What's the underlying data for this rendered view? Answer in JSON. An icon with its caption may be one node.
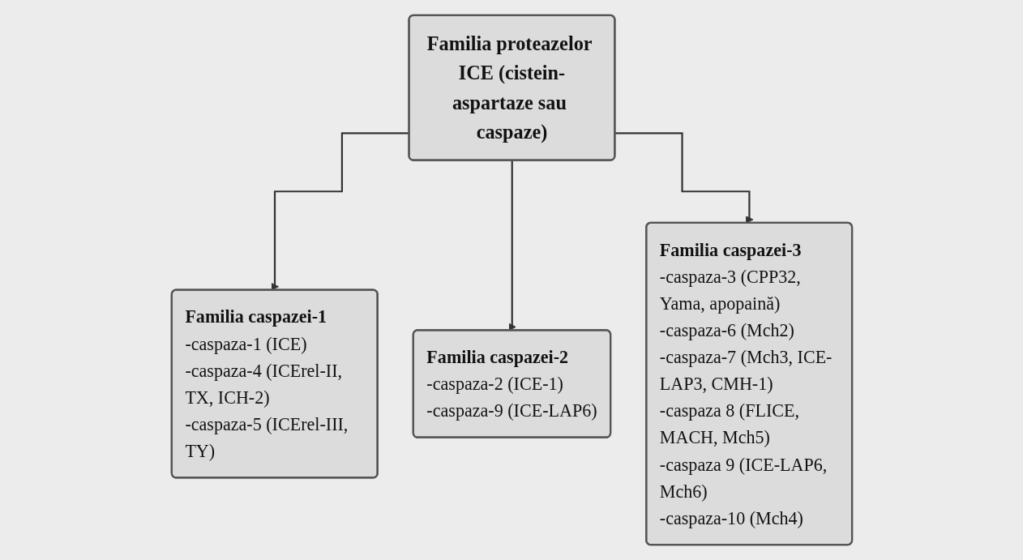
{
  "diagram": {
    "nodes": [
      {
        "text": [
          "Familia proteazelor ICE (cistein-aspartaze sau caspaze)"
        ]
      },
      {
        "text": [
          "Familia caspazei-1",
          "-caspaza-1 (ICE)",
          "-caspaza-4 (ICErel-II, TX, ICH-2)",
          "-caspaza-5 (ICErel-III, TY)"
        ]
      },
      {
        "text": [
          "Familia caspazei-2",
          "-caspaza-2 (ICE-1)",
          "-caspaza-9 (ICE-LAP6)"
        ]
      },
      {
        "text": [
          "Familia caspazei-3",
          "-caspaza-3 (CPP32, Yama, apopaină)",
          "-caspaza-6 (Mch2)",
          "-caspaza-7 (Mch3, ICE-LAP3, CMH-1)",
          "-caspaza 8 (FLICE, MACH, Mch5)",
          "-caspaza 9 (ICE-LAP6, Mch6)",
          "-caspaza-10 (Mch4)"
        ]
      }
    ],
    "edges": [
      {
        "from": 0,
        "to": 1,
        "arrow": "to"
      },
      {
        "from": 0,
        "to": 2,
        "arrow": "to"
      },
      {
        "from": 0,
        "to": 3,
        "arrow": "to"
      }
    ]
  }
}
